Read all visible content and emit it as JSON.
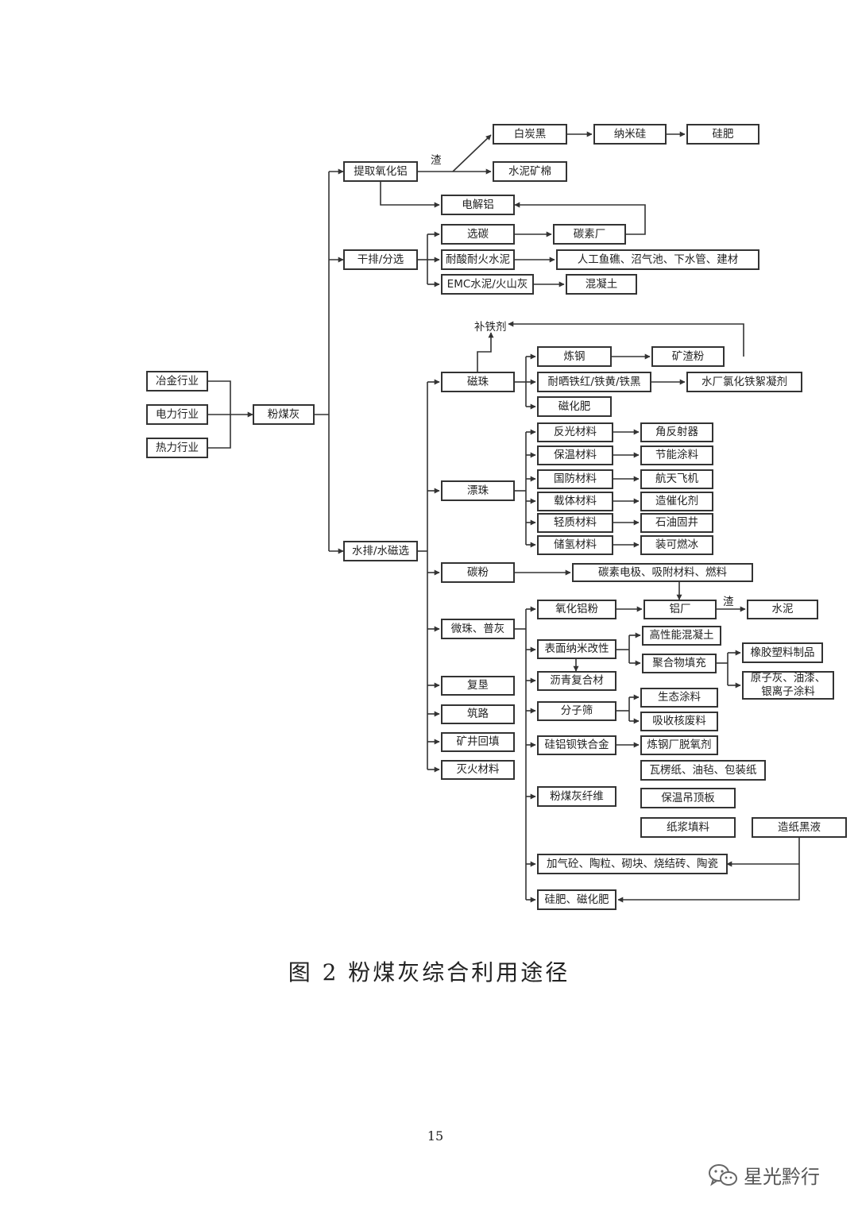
{
  "caption": "图 2  粉煤灰综合利用途径",
  "page_number": "15",
  "watermark": {
    "text": "星光黔行",
    "icon": "wechat-icon"
  },
  "labels": {
    "zha1": "渣",
    "zha2": "渣"
  },
  "nodes": {
    "yejin": "冶金行业",
    "dianli": "电力行业",
    "reli": "热力行业",
    "fenmeihui": "粉煤灰",
    "tiqu": "提取氧化铝",
    "ganpai": "干排/分选",
    "shuipai": "水排/水磁选",
    "baitanhei": "白炭黑",
    "namigui": "纳米硅",
    "guifei1": "硅肥",
    "shuinikuangmian": "水泥矿棉",
    "dianjielv": "电解铝",
    "xuantan": "选碳",
    "tansuchang": "碳素厂",
    "naisuan": "耐酸耐火水泥",
    "rengong": "人工鱼礁、沼气池、下水管、建材",
    "emc": "EMC水泥/火山灰",
    "hunningtu": "混凝土",
    "butieji": "补铁剂",
    "cizhu": "磁珠",
    "liangang": "炼钢",
    "kuangzhafen": "矿渣粉",
    "naishai": "耐晒铁红/铁黄/铁黑",
    "shuichang": "水厂氯化铁絮凝剂",
    "cihuafei": "磁化肥",
    "piaozhu": "漂珠",
    "fanguang": "反光材料",
    "jiaofanshe": "角反射器",
    "baowen": "保温材料",
    "jieneng": "节能涂料",
    "guofang": "国防材料",
    "hangtian": "航天飞机",
    "zaiti": "载体材料",
    "zaocuihua": "造催化剂",
    "qingzhi": "轻质材料",
    "shiyou": "石油固井",
    "chuqing": "储氢材料",
    "zhuangke": "装可燃冰",
    "tanfen": "碳粉",
    "tansudianji": "碳素电极、吸附材料、燃料",
    "weizhu": "微珠、普灰",
    "yanghualvfen": "氧化铝粉",
    "lvchang": "铝厂",
    "shuini": "水泥",
    "biaomian": "表面纳米改性",
    "gaoxingneng": "高性能混凝土",
    "juhewu": "聚合物填充",
    "xiangjiao": "橡胶塑料制品",
    "yuanzihui": "原子灰、油漆、银离子涂料",
    "liqing": "沥青复合材",
    "fenzishai": "分子筛",
    "shengtai": "生态涂料",
    "xishou": "吸收核废料",
    "guilv": "硅铝钡铁合金",
    "tuoyangji": "炼钢厂脱氧剂",
    "fuken": "复垦",
    "zhulu": "筑路",
    "kuangjing": "矿井回填",
    "miehuo": "灭火材料",
    "walengzhi": "瓦楞纸、油毡、包装纸",
    "xianwei": "粉煤灰纤维",
    "baowendiao": "保温吊顶板",
    "zhijiang": "纸浆填料",
    "zaozhi": "造纸黑液",
    "jiaqi": "加气砼、陶粒、砌块、烧结砖、陶瓷",
    "guifei2": "硅肥、磁化肥"
  }
}
